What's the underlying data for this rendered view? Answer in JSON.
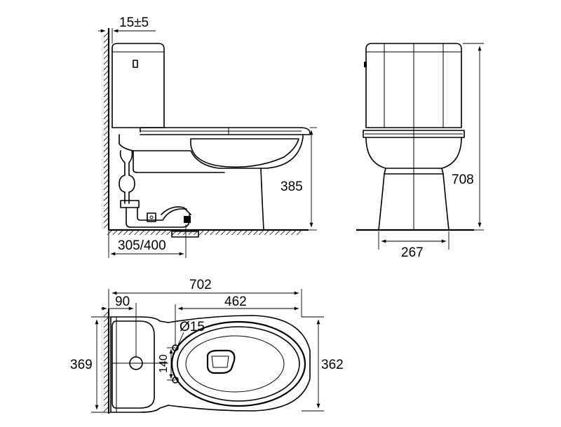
{
  "side_view": {
    "wall_offset": "15±5",
    "seat_height": "385",
    "rough_in": "305/400"
  },
  "front_view": {
    "total_height": "708",
    "base_width": "267"
  },
  "top_view": {
    "total_length": "702",
    "bowl_length": "462",
    "tank_depth": "90",
    "hole_diameter": "Ø15",
    "hole_spacing": "140",
    "tank_width": "369",
    "bowl_width": "362"
  }
}
